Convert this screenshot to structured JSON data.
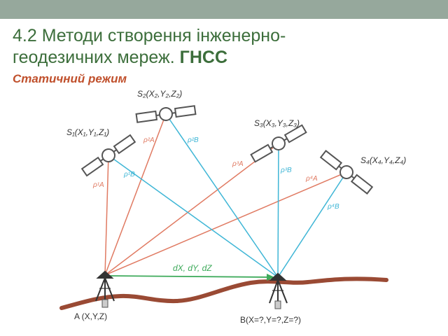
{
  "header": {
    "title_line1": "4.2   Методи створення інженерно-",
    "title_line2_plain": "геодезичних мереж. ",
    "title_line2_bold": "ГНСС",
    "subtitle": "Статичний режим"
  },
  "diagram": {
    "satellites": {
      "s1": "S₁(X₁,Y₁,Z₁)",
      "s2": "S₂(X₂,Y₂,Z₂)",
      "s3": "S₃(X₃,Y₃,Z₃)",
      "s4": "S₄(X₄,Y₄,Z₄)"
    },
    "ranges": {
      "a1": "ρ¹A",
      "b1": "ρ¹B",
      "a2": "ρ²A",
      "b2": "ρ²B",
      "a3": "ρ³A",
      "b3": "ρ³B",
      "a4": "ρ⁴A",
      "b4": "ρ⁴B"
    },
    "baseline": "dX, dY, dZ",
    "station_a": "A (X,Y,Z)",
    "station_b": "B(X=?,Y=?,Z=?)"
  },
  "colors": {
    "topbar": "#96a89c",
    "title": "#3c6e3b",
    "subtitle": "#c0502c",
    "ray_a": "#e07a62",
    "ray_b": "#3fb6d6",
    "baseline": "#3daa5a",
    "ground": "#9a4a34"
  }
}
